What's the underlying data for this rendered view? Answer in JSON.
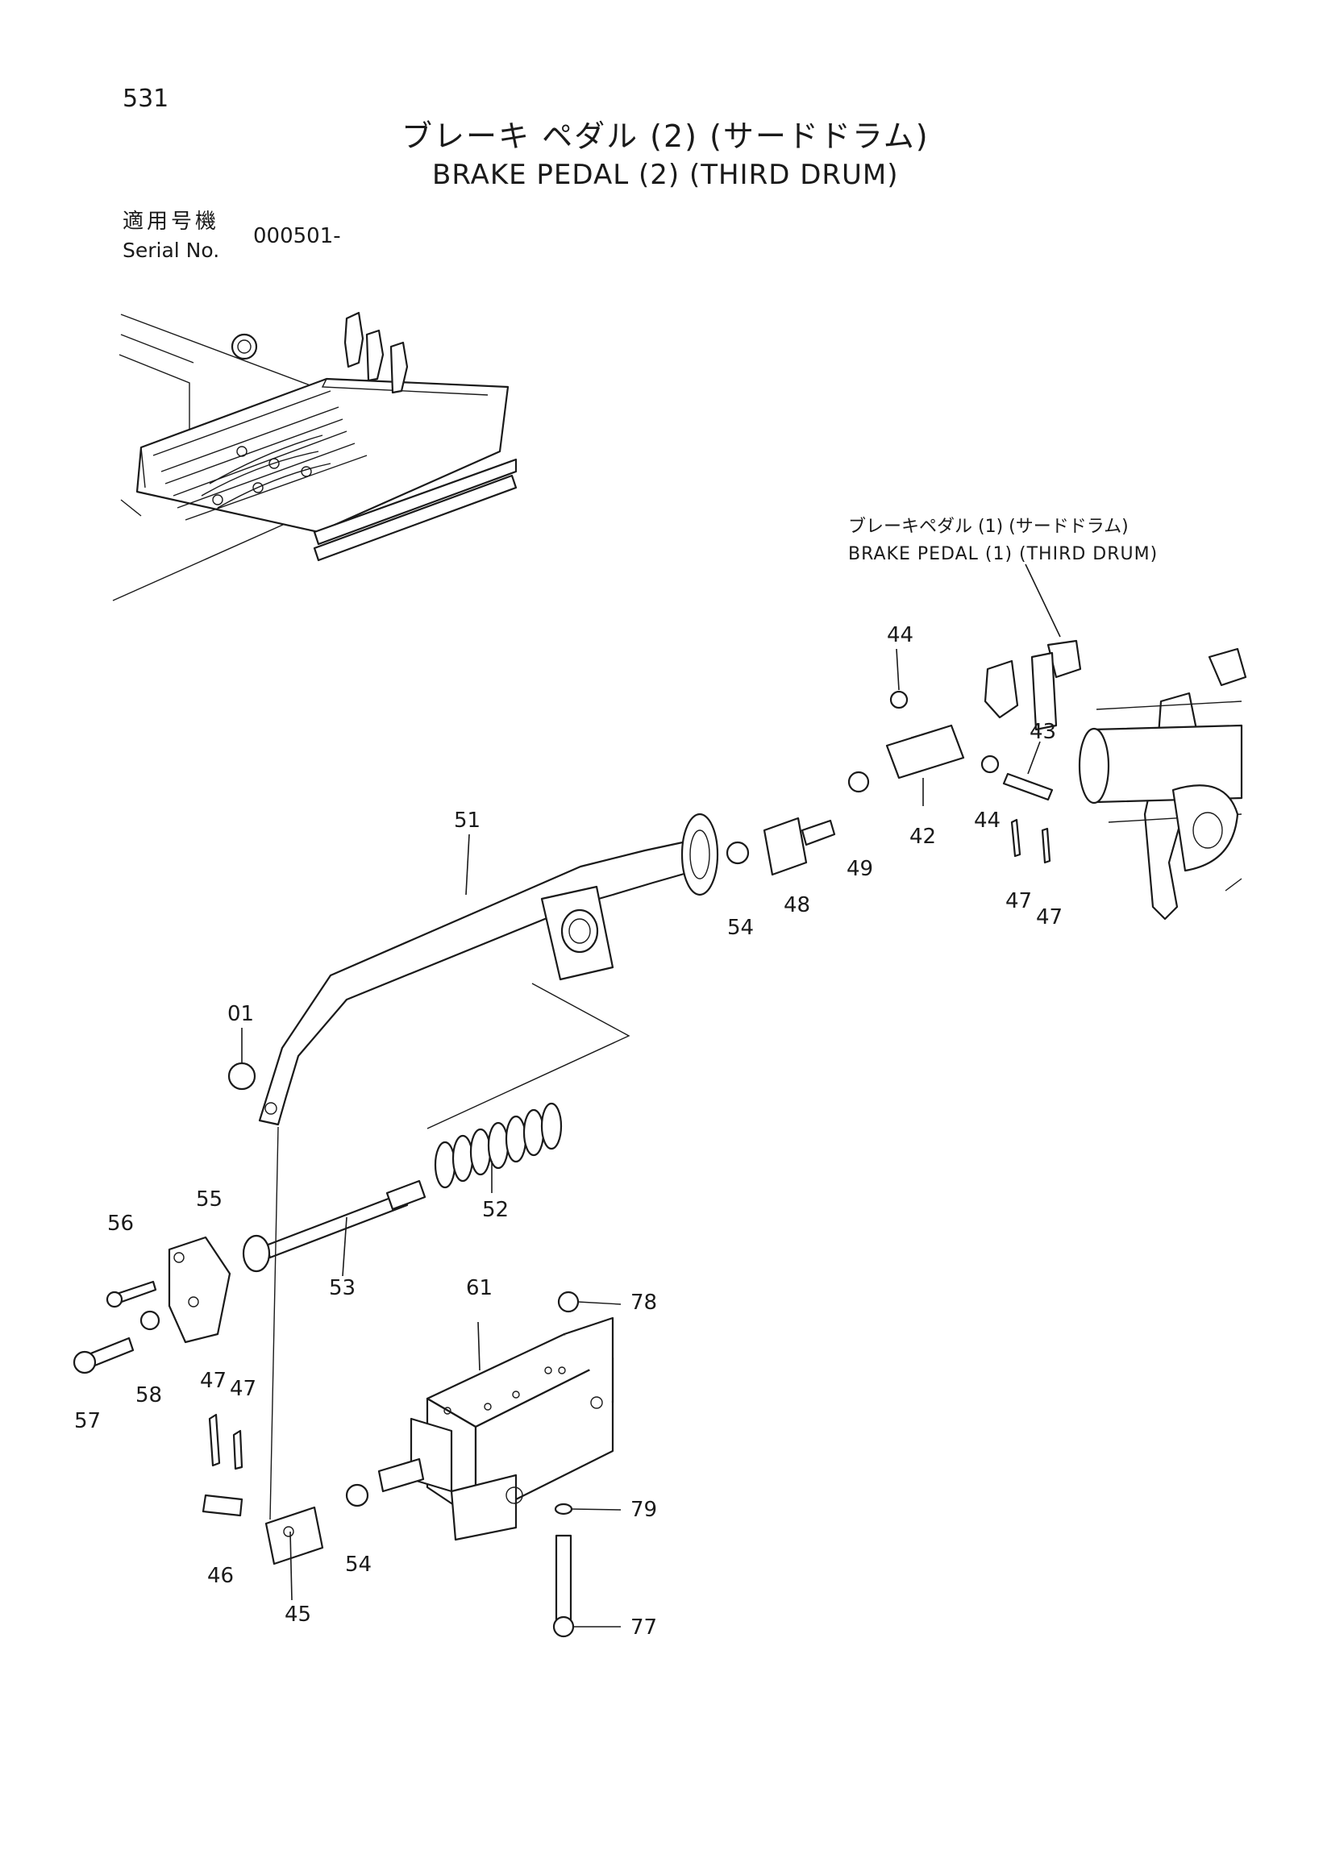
{
  "header": {
    "page_number": "531",
    "title_jp": "ブレーキ ペダル (2) (サードドラム)",
    "title_en": "BRAKE PEDAL (2) (THIRD DRUM)",
    "serial_label_jp": "適用号機",
    "serial_label_en": "Serial No.",
    "serial_value": "000501-"
  },
  "reference": {
    "label_jp": "ブレーキペダル (1) (サードドラム)",
    "label_en": "BRAKE PEDAL (1) (THIRD DRUM)"
  },
  "callouts": {
    "c44a": "44",
    "c43": "43",
    "c42": "42",
    "c44b": "44",
    "c47a": "47",
    "c47b": "47",
    "c51": "51",
    "c49": "49",
    "c48": "48",
    "c54a": "54",
    "c01": "01",
    "c52": "52",
    "c55": "55",
    "c56": "56",
    "c53": "53",
    "c61": "61",
    "c78": "78",
    "c57": "57",
    "c58": "58",
    "c47c": "47",
    "c47d": "47",
    "c79": "79",
    "c46": "46",
    "c54b": "54",
    "c45": "45",
    "c77": "77"
  }
}
